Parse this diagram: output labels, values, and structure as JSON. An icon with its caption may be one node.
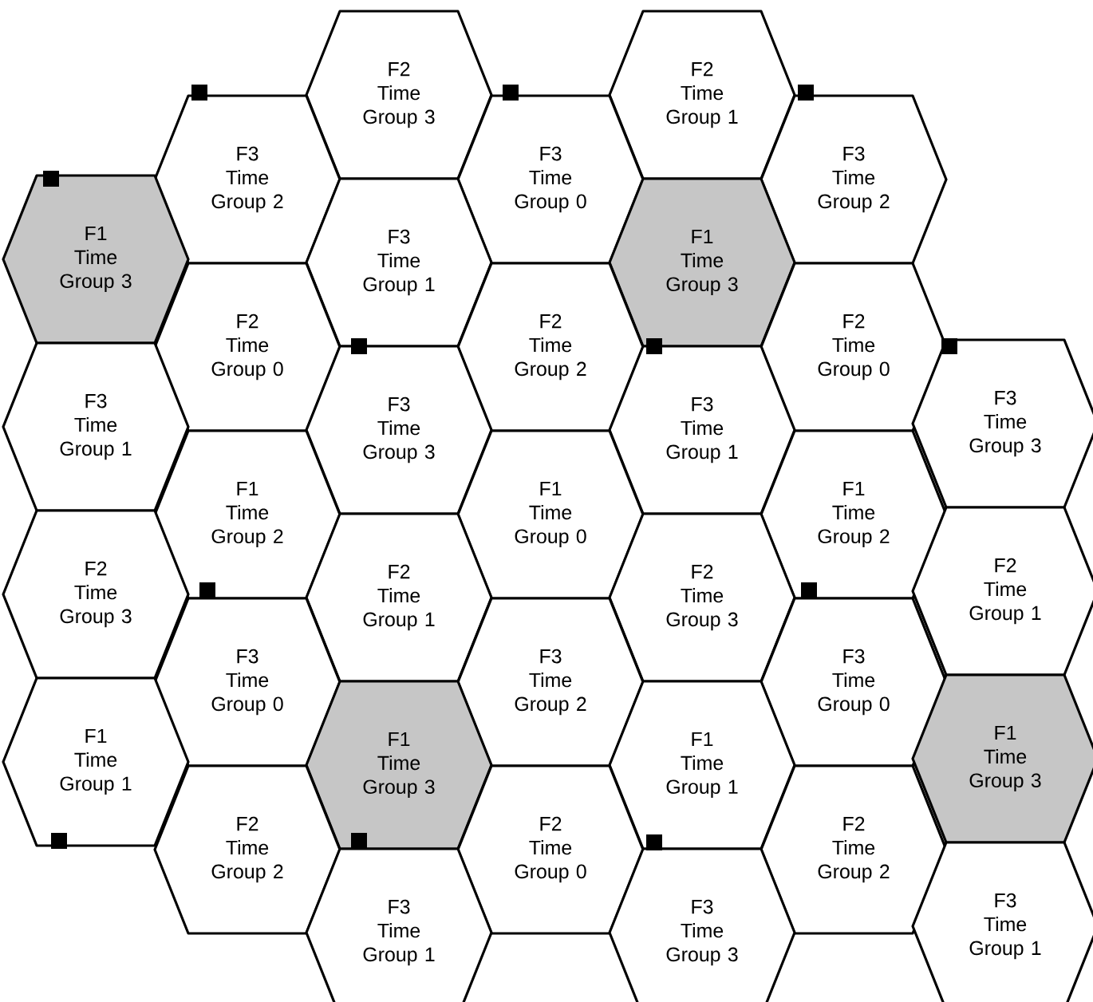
{
  "diagram": {
    "nodes": [
      {
        "text": [
          "F2",
          "Time Group 3"
        ]
      },
      {
        "text": [
          "F2",
          "Time Group 1"
        ]
      },
      {
        "text": [
          "F3",
          "Time Group 2"
        ]
      },
      {
        "text": [
          "F3",
          "Time Group 0"
        ]
      },
      {
        "text": [
          "F3",
          "Time Group 2"
        ]
      },
      {
        "text": [
          "F1",
          "Time Group 3"
        ]
      },
      {
        "text": [
          "F3",
          "Time Group 1"
        ]
      },
      {
        "text": [
          "F1",
          "Time Group 3"
        ]
      },
      {
        "text": [
          "F2",
          "Time Group 0"
        ]
      },
      {
        "text": [
          "F2",
          "Time Group 2"
        ]
      },
      {
        "text": [
          "F2",
          "Time Group 0"
        ]
      },
      {
        "text": [
          "F3",
          "Time Group 1"
        ]
      },
      {
        "text": [
          "F3",
          "Time Group 3"
        ]
      },
      {
        "text": [
          "F3",
          "Time Group 1"
        ]
      },
      {
        "text": [
          "F3",
          "Time Group 3"
        ]
      },
      {
        "text": [
          "F1",
          "Time Group 2"
        ]
      },
      {
        "text": [
          "F1",
          "Time Group 0"
        ]
      },
      {
        "text": [
          "F1",
          "Time Group 2"
        ]
      },
      {
        "text": [
          "F2",
          "Time Group 3"
        ]
      },
      {
        "text": [
          "F2",
          "Time Group 1"
        ]
      },
      {
        "text": [
          "F2",
          "Time Group 3"
        ]
      },
      {
        "text": [
          "F2",
          "Time Group 1"
        ]
      },
      {
        "text": [
          "F3",
          "Time Group 0"
        ]
      },
      {
        "text": [
          "F3",
          "Time Group 2"
        ]
      },
      {
        "text": [
          "F3",
          "Time Group 0"
        ]
      },
      {
        "text": [
          "F1",
          "Time Group 1"
        ]
      },
      {
        "text": [
          "F1",
          "Time Group 3"
        ]
      },
      {
        "text": [
          "F1",
          "Time Group 1"
        ]
      },
      {
        "text": [
          "F1",
          "Time Group 3"
        ]
      },
      {
        "text": [
          "F2",
          "Time Group 2"
        ]
      },
      {
        "text": [
          "F2",
          "Time Group 0"
        ]
      },
      {
        "text": [
          "F2",
          "Time Group 2"
        ]
      },
      {
        "text": [
          "F3",
          "Time Group 1"
        ]
      },
      {
        "text": [
          "F3",
          "Time Group 3"
        ]
      },
      {
        "text": [
          "F3",
          "Time Group 1"
        ]
      }
    ]
  }
}
